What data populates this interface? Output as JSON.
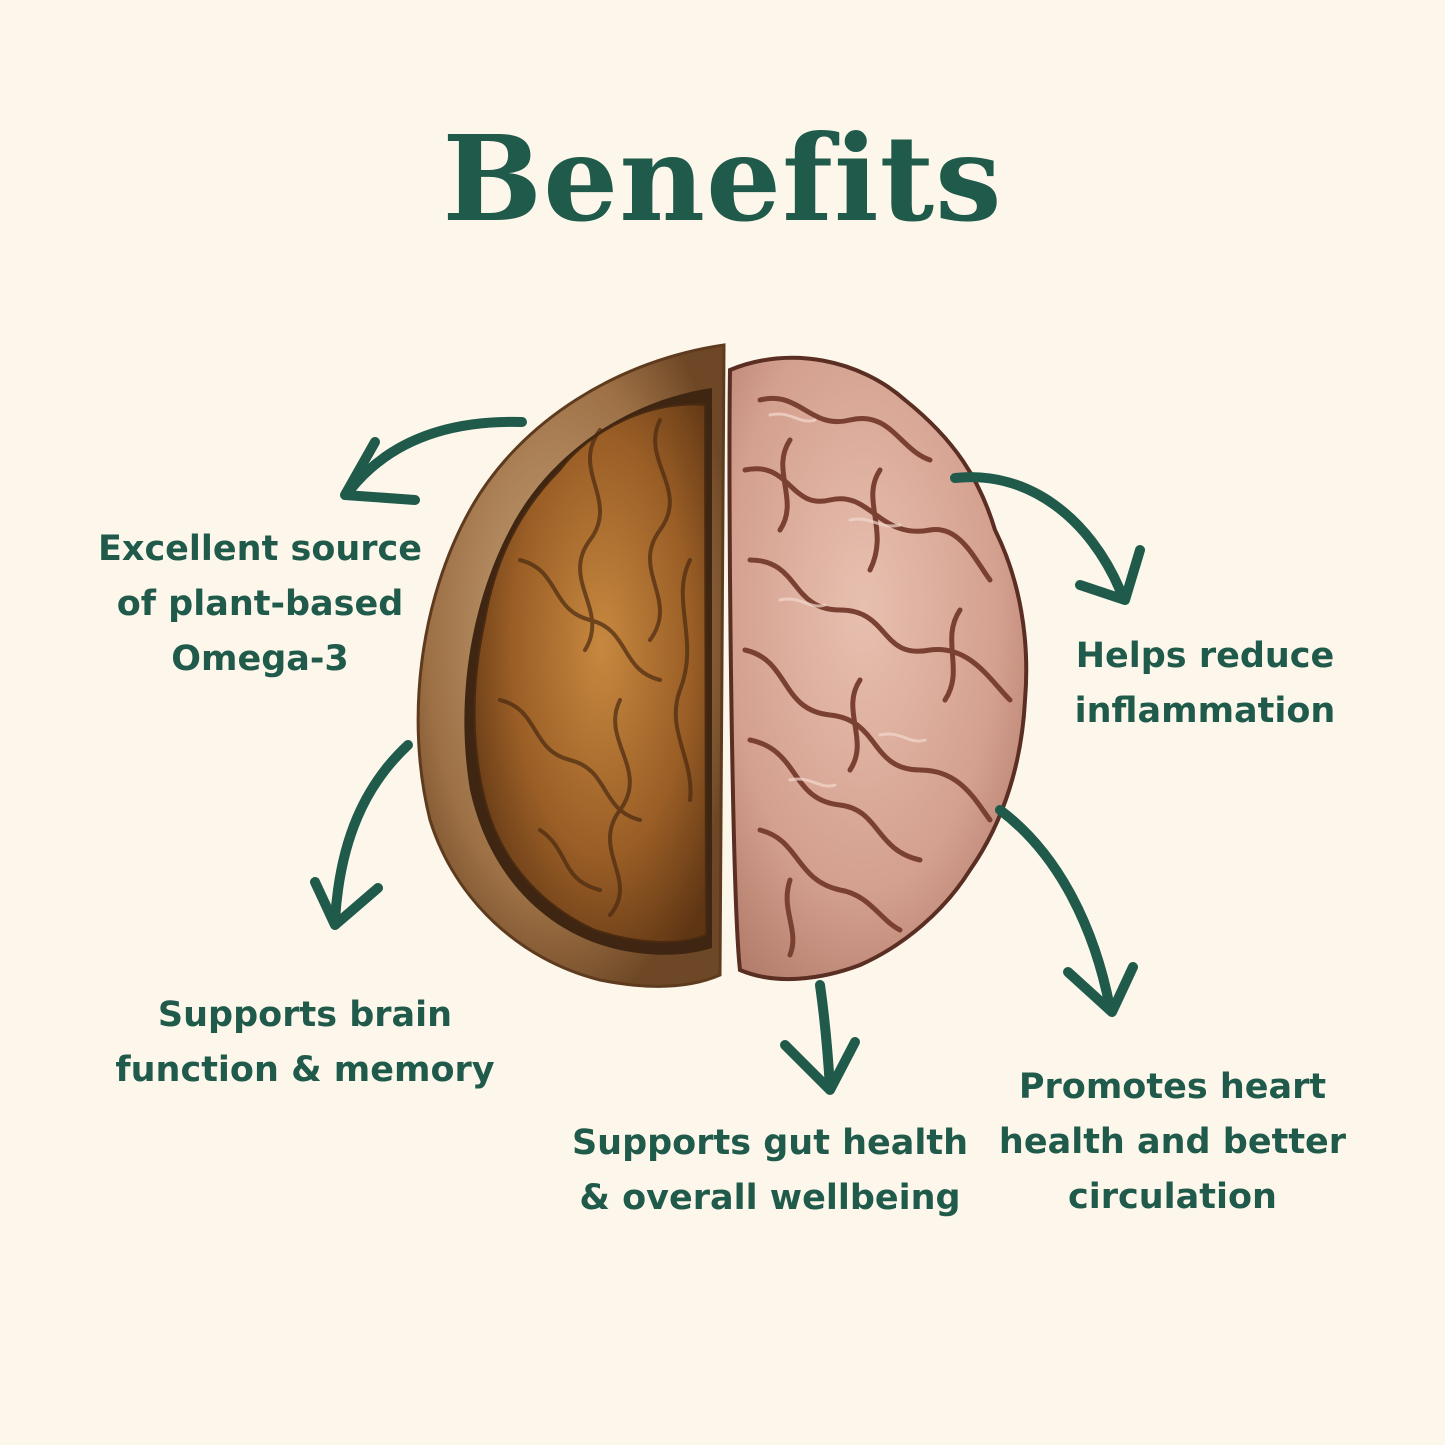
{
  "title": "Benefits",
  "benefits": [
    {
      "key": "omega3",
      "text": "Excellent source\nof plant-based\nOmega-3"
    },
    {
      "key": "inflammation",
      "text": "Helps reduce\ninflammation"
    },
    {
      "key": "brain",
      "text": "Supports brain\nfunction & memory"
    },
    {
      "key": "gut",
      "text": "Supports gut health\n& overall wellbeing"
    },
    {
      "key": "heart",
      "text": "Promotes heart\nhealth and better\ncirculation"
    }
  ],
  "icons": {
    "center_illustration": "walnut-brain-illustration",
    "arrows": "curved-arrow-icon"
  },
  "colors": {
    "background": "#fcf7ea",
    "accent": "#1f5a4b",
    "shell": "#a87a4c",
    "kernel": "#a8672a",
    "brain": "#d6a494",
    "brain_outline": "#5a2e22"
  }
}
